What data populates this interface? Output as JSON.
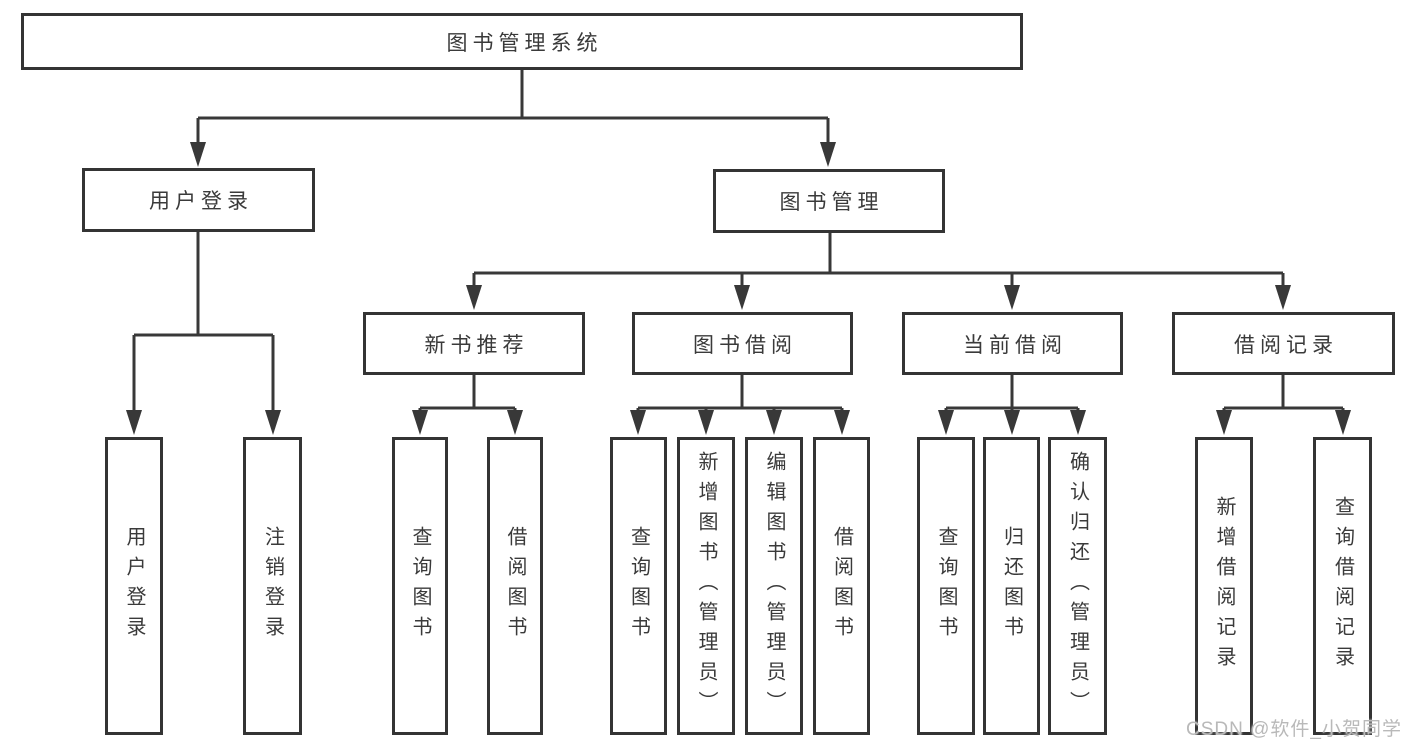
{
  "diagram": {
    "tree": {
      "root": {
        "label": "图书管理系统"
      },
      "branches": [
        {
          "label": "用户登录",
          "children": [
            {
              "label": "用户登录"
            },
            {
              "label": "注销登录"
            }
          ]
        },
        {
          "label": "图书管理",
          "children": [
            {
              "label": "新书推荐",
              "children": [
                {
                  "label": "查询图书"
                },
                {
                  "label": "借阅图书"
                }
              ]
            },
            {
              "label": "图书借阅",
              "children": [
                {
                  "label": "查询图书"
                },
                {
                  "label": "新增图书（管理员）"
                },
                {
                  "label": "编辑图书（管理员）"
                },
                {
                  "label": "借阅图书"
                }
              ]
            },
            {
              "label": "当前借阅",
              "children": [
                {
                  "label": "查询图书"
                },
                {
                  "label": "归还图书"
                },
                {
                  "label": "确认归还（管理员）"
                }
              ]
            },
            {
              "label": "借阅记录",
              "children": [
                {
                  "label": "新增借阅记录"
                },
                {
                  "label": "查询借阅记录"
                }
              ]
            }
          ]
        }
      ]
    }
  },
  "watermark": {
    "text": "CSDN @软件_小贺同学"
  },
  "colors": {
    "line": "#383838",
    "box_border": "#343434",
    "text": "#3a3a3a",
    "background": "#ffffff",
    "watermark": "#b9b9b9"
  }
}
